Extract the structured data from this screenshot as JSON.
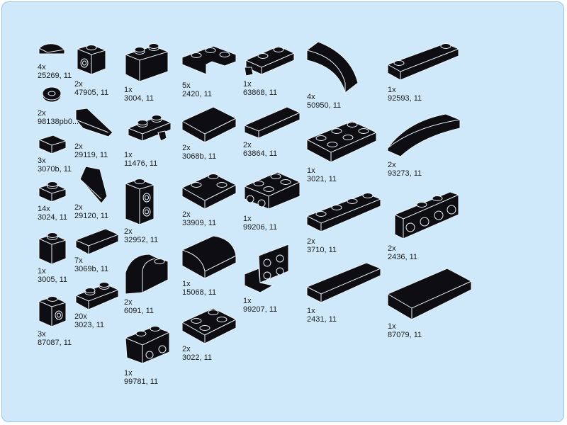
{
  "parts": [
    {
      "qty": "4x",
      "id": "25269, 11"
    },
    {
      "qty": "2x",
      "id": "47905, 11"
    },
    {
      "qty": "1x",
      "id": "3004, 11"
    },
    {
      "qty": "5x",
      "id": "2420, 11"
    },
    {
      "qty": "1x",
      "id": "63868, 11"
    },
    {
      "qty": "4x",
      "id": "50950, 11"
    },
    {
      "qty": "1x",
      "id": "92593, 11"
    },
    {
      "qty": "2x",
      "id": "98138pb0..."
    },
    {
      "qty": "2x",
      "id": "29119, 11"
    },
    {
      "qty": "1x",
      "id": "11476, 11"
    },
    {
      "qty": "2x",
      "id": "3068b, 11"
    },
    {
      "qty": "2x",
      "id": "63864, 11"
    },
    {
      "qty": "1x",
      "id": "3021, 11"
    },
    {
      "qty": "2x",
      "id": "93273, 11"
    },
    {
      "qty": "3x",
      "id": "3070b, 11"
    },
    {
      "qty": "2x",
      "id": "29120, 11"
    },
    {
      "qty": "14x",
      "id": "3024, 11"
    },
    {
      "qty": "2x",
      "id": "32952, 11"
    },
    {
      "qty": "2x",
      "id": "33909, 11"
    },
    {
      "qty": "1x",
      "id": "99206, 11"
    },
    {
      "qty": "2x",
      "id": "3710, 11"
    },
    {
      "qty": "2x",
      "id": "2436, 11"
    },
    {
      "qty": "1x",
      "id": "3005, 11"
    },
    {
      "qty": "7x",
      "id": "3069b, 11"
    },
    {
      "qty": "1x",
      "id": "15068, 11"
    },
    {
      "qty": "1x",
      "id": "99207, 11"
    },
    {
      "qty": "2x",
      "id": "6091, 11"
    },
    {
      "qty": "1x",
      "id": "2431, 11"
    },
    {
      "qty": "1x",
      "id": "87079, 11"
    },
    {
      "qty": "3x",
      "id": "87087, 11"
    },
    {
      "qty": "20x",
      "id": "3023, 11"
    },
    {
      "qty": "2x",
      "id": "3022, 11"
    },
    {
      "qty": "1x",
      "id": "99781, 11"
    }
  ],
  "colors": {
    "page_bg": "#cfe9fb",
    "brick": "#0d0d12",
    "brick_edge": "#e8f2fa",
    "label_text": "#1a1a1a"
  }
}
